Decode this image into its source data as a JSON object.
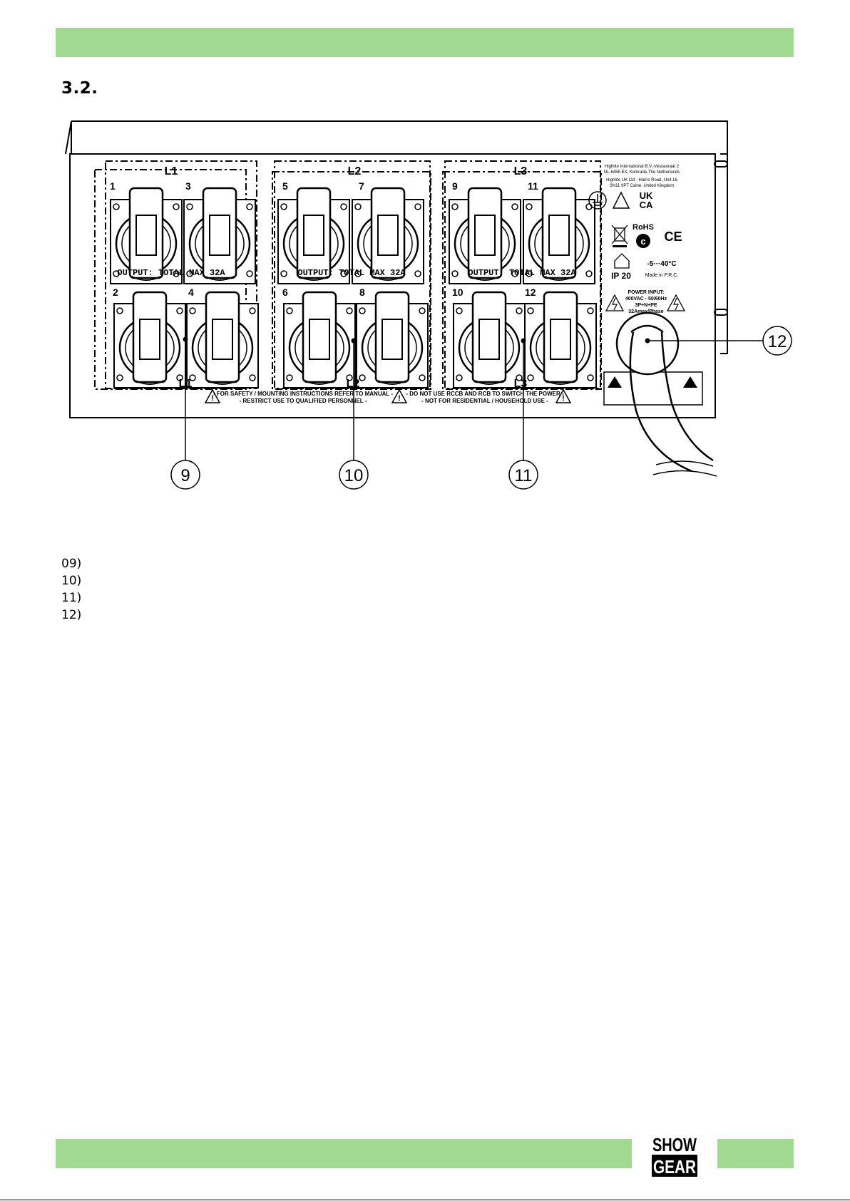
{
  "section": {
    "number": "3.2."
  },
  "panel": {
    "groups": [
      {
        "label_top": "L1",
        "label_bottom": "L1",
        "output_text": "OUTPUT:  TOTAL  MAX  32A",
        "sockets": [
          "1",
          "3",
          "2",
          "4"
        ]
      },
      {
        "label_top": "L2",
        "label_bottom": "L2",
        "output_text": "OUTPUT:  TOTAL  MAX  32A",
        "sockets": [
          "5",
          "7",
          "6",
          "8"
        ]
      },
      {
        "label_top": "L3",
        "label_bottom": "L3",
        "output_text": "OUTPUT:  TOTAL  MAX  32A",
        "sockets": [
          "9",
          "11",
          "10",
          "12"
        ]
      }
    ],
    "warnings": {
      "line1_left": "- FOR SAFETY / MOUNTING INSTRUCTIONS REFER TO MANUAL -",
      "line1_right": "- DO NOT USE RCCB AND RCB TO SWITCH THE POWER -",
      "line2_left": "- RESTRICT USE TO QUALIFIED PERSONNEL -",
      "line2_right": "- NOT FOR RESIDENTIAL / HOUSEHOLD USE -"
    },
    "info": {
      "addr1": "Highlite International B.V.-Vestastraat 2",
      "addr2": "NL-6468 EX, Kerkrade,The Netherlands",
      "addr3": "Highlite UK Ltd - Harris Road, Unit 16",
      "addr4": "SN11 9PT Calne, United Kingdom",
      "ukca_1": "UK",
      "ukca_2": "CA",
      "rohs": "RoHS",
      "ce": "CE",
      "ip": "IP 20",
      "temp": "-5···40°C",
      "made_in": "Made in P.R.C.",
      "power_1": "POWER INPUT:",
      "power_2": "400VAC - 50/60Hz",
      "power_3": "3P+N+PE",
      "power_4": "32Amax/Phase"
    }
  },
  "callouts": [
    "9",
    "10",
    "11",
    "12"
  ],
  "legend": [
    "09)",
    "10)",
    "11)",
    "12)"
  ],
  "logo": {
    "line1": "SHOW",
    "line2": "GEAR"
  },
  "colors": {
    "accent_green": "#a0d98f"
  }
}
